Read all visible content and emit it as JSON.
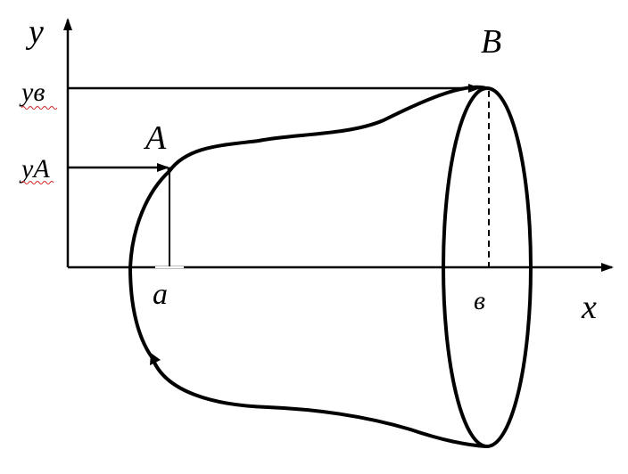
{
  "labels": {
    "y_axis": "y",
    "x_axis": "x",
    "point_a": "A",
    "point_b": "B",
    "y_a": "yA",
    "y_b": "yв",
    "tick_a": "a",
    "tick_b": "в"
  },
  "colors": {
    "stroke": "#000000",
    "spell_underline": "#cc2222"
  }
}
